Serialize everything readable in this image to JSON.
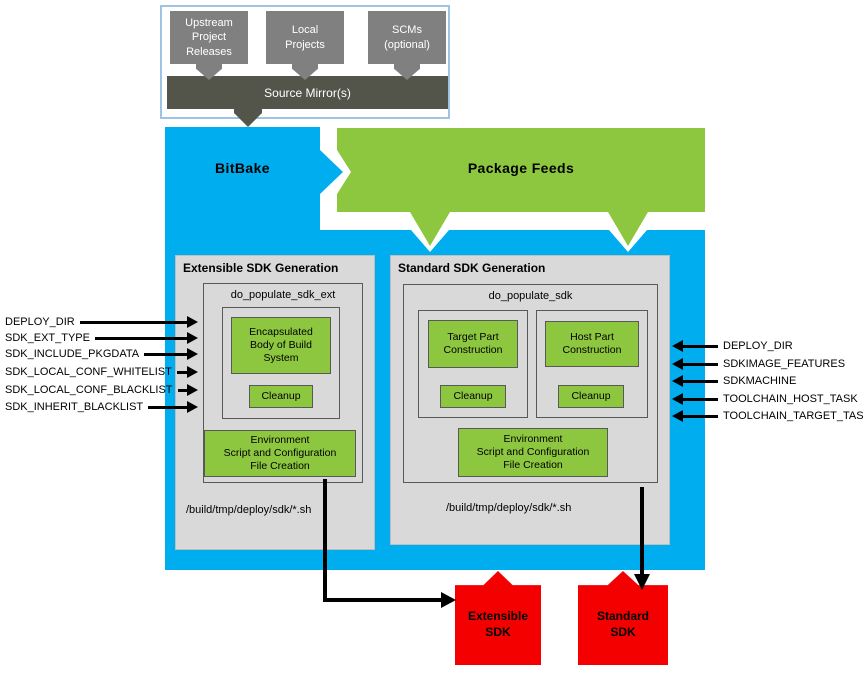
{
  "header": {
    "sources": [
      "Upstream\nProject\nReleases",
      "Local\nProjects",
      "SCMs\n(optional)"
    ],
    "mirror": "Source Mirror(s)"
  },
  "bitbake_label": "BitBake",
  "package_feeds_label": "Package Feeds",
  "extensible": {
    "title": "Extensible SDK Generation",
    "task": "do_populate_sdk_ext",
    "body": "Encapsulated\nBody of Build\nSystem",
    "cleanup": "Cleanup",
    "environment": "Environment\nScript and Configuration\nFile Creation",
    "output_path": "/build/tmp/deploy/sdk/*.sh",
    "result": "Extensible\nSDK"
  },
  "standard": {
    "title": "Standard SDK Generation",
    "task": "do_populate_sdk",
    "target": "Target Part\nConstruction",
    "cleanup_target": "Cleanup",
    "host": "Host Part\nConstruction",
    "cleanup_host": "Cleanup",
    "environment": "Environment\nScript and Configuration\nFile Creation",
    "output_path": "/build/tmp/deploy/sdk/*.sh",
    "result": "Standard\nSDK"
  },
  "left_variables": [
    "DEPLOY_DIR",
    "SDK_EXT_TYPE",
    "SDK_INCLUDE_PKGDATA",
    "SDK_LOCAL_CONF_WHITELIST",
    "SDK_LOCAL_CONF_BLACKLIST",
    "SDK_INHERIT_BLACKLIST"
  ],
  "right_variables": [
    "DEPLOY_DIR",
    "SDKIMAGE_FEATURES",
    "SDKMACHINE",
    "TOOLCHAIN_HOST_TASK",
    "TOOLCHAIN_TARGET_TASK"
  ],
  "colors": {
    "bitbake_blue": "#00aeef",
    "feeds_green": "#8dc63f",
    "panel_gray": "#d9d9d9",
    "source_gray": "#808080",
    "mirror_dark": "#54554a",
    "sdk_red": "#f40000",
    "mirror_border_blue": "#9dc3e6"
  }
}
